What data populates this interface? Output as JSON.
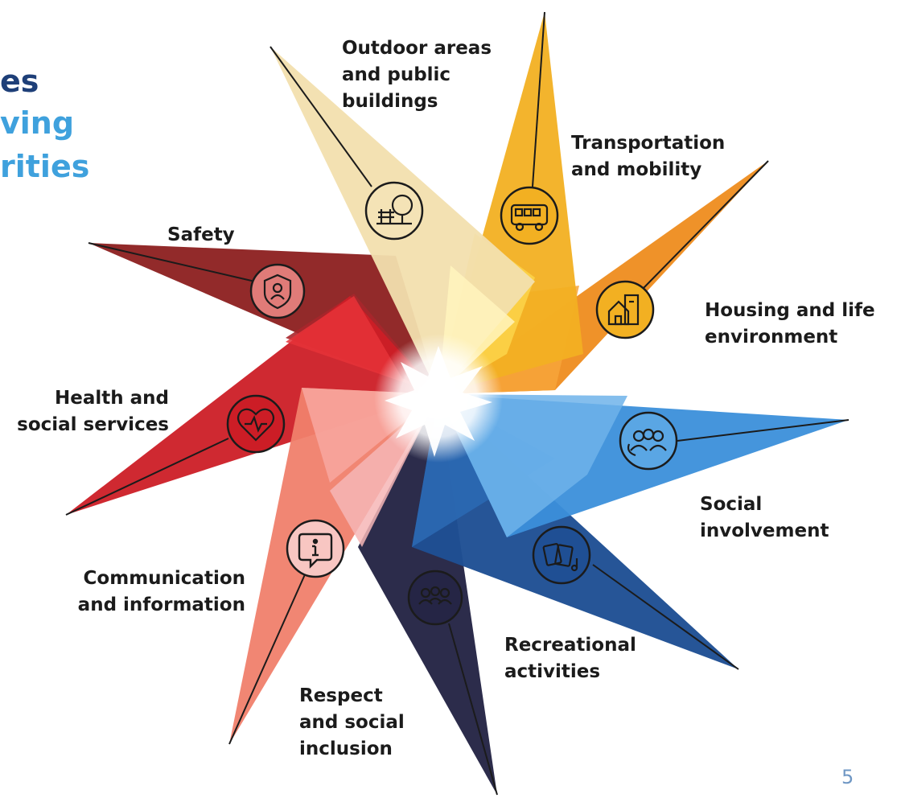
{
  "header": {
    "line1": "es",
    "line2": "ving",
    "line3": "rities",
    "line1_color": "#1e3f78",
    "line23_color": "#3fa1dd"
  },
  "page_number": "5",
  "domains": [
    {
      "id": "outdoor",
      "lines": [
        "Outdoor areas",
        "and public",
        "buildings"
      ],
      "color": "#f2dfae",
      "icon": "park-tree-bench-icon"
    },
    {
      "id": "transport",
      "lines": [
        "Transportation",
        "and mobility"
      ],
      "color": "#f2b022",
      "icon": "bus-icon"
    },
    {
      "id": "housing",
      "lines": [
        "Housing and life",
        "environment"
      ],
      "color": "#ee8c1d",
      "icon": "house-building-icon"
    },
    {
      "id": "social-involvement",
      "lines": [
        "Social",
        "involvement"
      ],
      "color": "#3b8fda",
      "icon": "people-group-icon"
    },
    {
      "id": "recreational",
      "lines": [
        "Recreational",
        "activities"
      ],
      "color": "#1f4f94",
      "icon": "cards-music-icon"
    },
    {
      "id": "respect",
      "lines": [
        "Respect",
        "and social",
        "inclusion"
      ],
      "color": "#252545",
      "icon": "people-circle-icon"
    },
    {
      "id": "communication",
      "lines": [
        "Communication",
        "and information"
      ],
      "color": "#f07f6c",
      "icon": "info-speech-icon"
    },
    {
      "id": "health",
      "lines": [
        "Health and",
        "social services"
      ],
      "color": "#cc1d26",
      "icon": "heart-pulse-icon"
    },
    {
      "id": "safety",
      "lines": [
        "Safety"
      ],
      "color": "#8c1f1f",
      "icon": "shield-person-icon"
    }
  ]
}
